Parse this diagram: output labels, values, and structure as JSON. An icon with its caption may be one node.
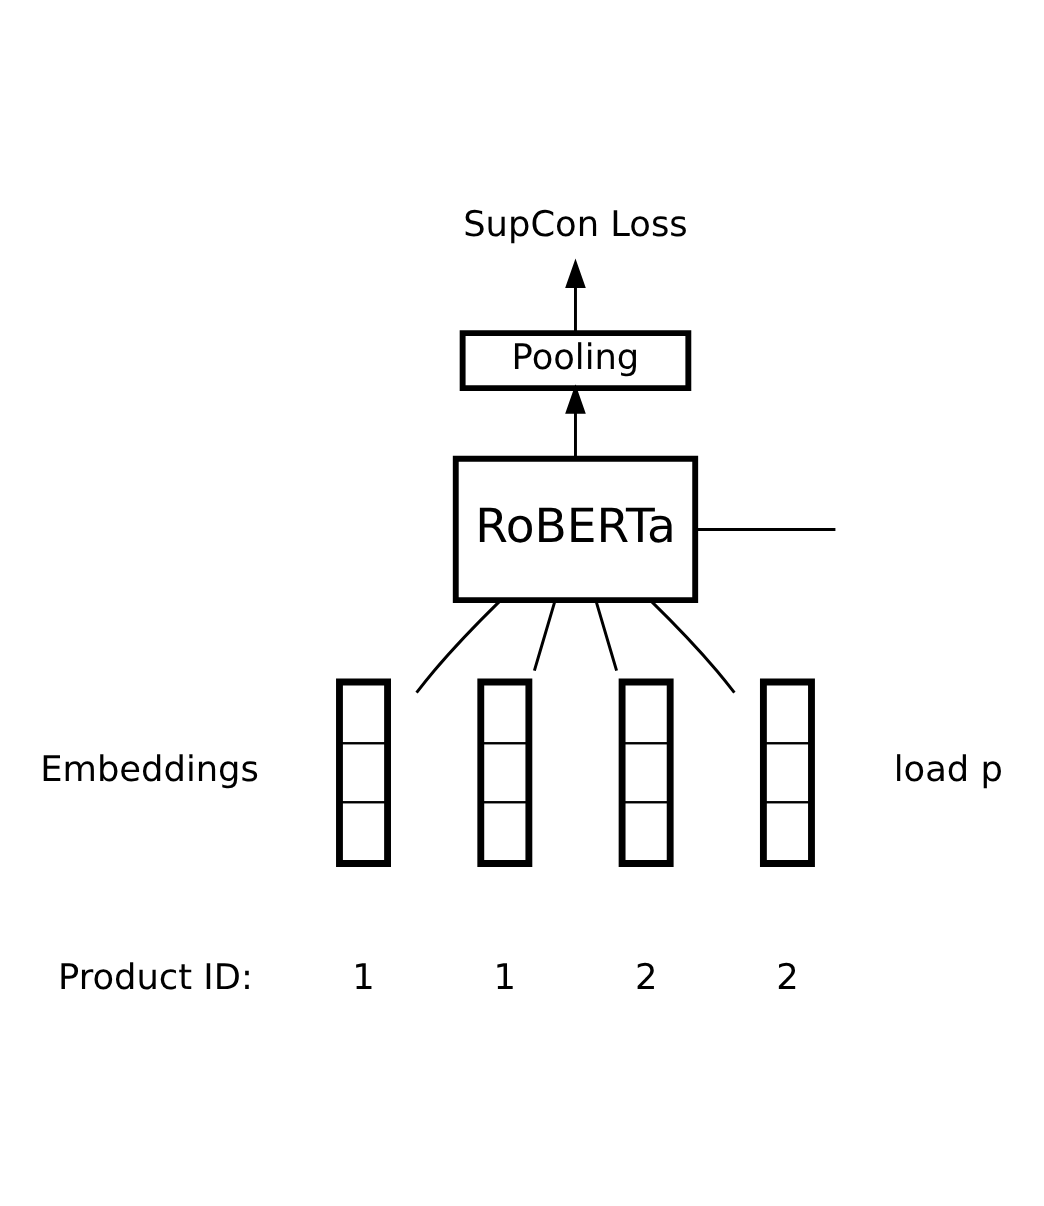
{
  "diagram": {
    "nodes": [
      {
        "text": [
          "SupCon Loss"
        ]
      },
      {
        "text": [
          "Pooling"
        ]
      },
      {
        "text": [
          "RoBERTa"
        ]
      },
      {
        "text": [],
        "shape": "bar"
      },
      {
        "text": [],
        "shape": "bar"
      },
      {
        "text": [],
        "shape": "bar"
      },
      {
        "text": [],
        "shape": "bar"
      }
    ],
    "edges": [
      {
        "from": 1,
        "to": 0,
        "arrow": "to"
      },
      {
        "from": 2,
        "to": 1,
        "arrow": "to"
      },
      {
        "from": 2,
        "to": null,
        "arrow": "none"
      },
      {
        "from": 3,
        "to": 2,
        "arrow": "none"
      },
      {
        "from": 4,
        "to": 2,
        "arrow": "none"
      },
      {
        "from": 5,
        "to": 2,
        "arrow": "none"
      },
      {
        "from": 6,
        "to": 2,
        "arrow": "none"
      }
    ],
    "labels": [
      "Embeddings",
      "load p",
      "Product ID:",
      "1",
      "1",
      "2",
      "2"
    ]
  }
}
